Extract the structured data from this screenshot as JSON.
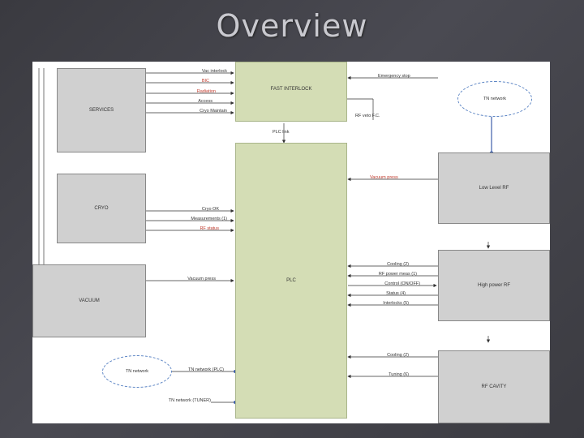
{
  "slide": {
    "title": "Overview"
  },
  "blocks": {
    "services": "SERVICES",
    "cryo": "CRYO",
    "vacuum": "VACUUM",
    "fast_interlock": "FAST INTERLOCK",
    "plc": "PLC",
    "low_level_rf": "Low Level RF",
    "high_power_rf": "High power RF",
    "rf_cavity": "RF CAVITY"
  },
  "clouds": {
    "top": "TN network",
    "bottom": "TN network"
  },
  "signals": {
    "vac_interlock": "Vac interlock",
    "bic": "BIC",
    "radiation": "Radiation",
    "access": "Access",
    "cryo_maintain": "Cryo Maintain",
    "emergency_stop": "Emergency stop",
    "plc_link": "PLC link",
    "rf_veto": "RF veto F.C.",
    "vacuum_press_top": "Vacuum press",
    "cryo_ok": "Cryo OK",
    "measurements": "Measurements (1)",
    "rf_status": "RF status",
    "vacuum_press_left": "Vacuum press",
    "cooling_hp": "Cooling (2)",
    "rf_power_meas": "RF power meas (1)",
    "control": "Control (ON/OFF)",
    "status": "Status (4)",
    "interlocks": "Interlocks (5)",
    "cooling_cav": "Cooling (2)",
    "tuning": "Tuning (6)",
    "tn_network_plc": "TN network (PLC)",
    "tn_network_tuner": "TN network (TUNER)"
  }
}
